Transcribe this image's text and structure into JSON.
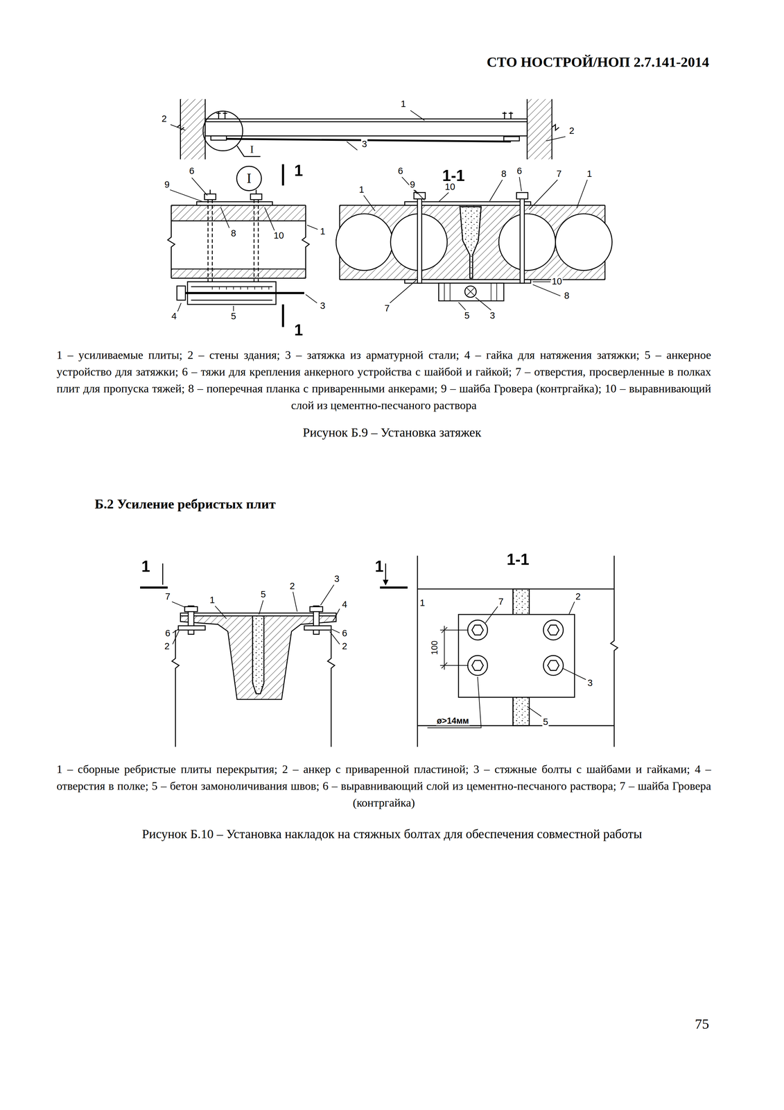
{
  "diagram": {
    "nodes": [
      {
        "text": [
          "I"
        ]
      }
    ],
    "labels": [
      "СТО НОСТРОЙ/НОП 2.7.141-2014",
      "2",
      "1",
      "2",
      "I",
      "3",
      "6",
      "9",
      "1",
      "8",
      "10",
      "1",
      "4",
      "5",
      "3",
      "1",
      "6",
      "9",
      "1-1",
      "10",
      "8",
      "6",
      "7",
      "1",
      "1",
      "7",
      "5",
      "3",
      "10",
      "8",
      "1 – усиливаемые плиты; 2 – стены здания; 3 – затяжка из арматурной стали; 4 – гайка для натяжения затяжки; 5 – анкерное устройство для затяжки; 6 – тяжи для крепления анкерного устройства с шайбой и гайкой; 7 – отверстия, просверленные в полках плит для пропуска тяжей; 8 – поперечная планка с приваренными анкерами; 9 – шайба Гровера (контргайка); 10 – выравнивающий слой из цементно-песчаного раствора",
      "Рисунок Б.9 – Установка затяжек",
      "Б.2 Усиление ребристых плит",
      "1",
      "1",
      "7",
      "1",
      "5",
      "2",
      "3",
      "4",
      "6",
      "2",
      "6",
      "2",
      "1-1",
      "1",
      "7",
      "2",
      "100",
      "3",
      "ø>14мм",
      "5",
      "1 – сборные ребристые плиты перекрытия; 2 – анкер с приваренной пластиной; 3 – стяжные болты с шайбами и гайками; 4 – отверстия в полке; 5 – бетон замоноличивания швов; 6 – выравнивающий слой из цементно-песчаного раствора; 7 – шайба Гровера (контргайка)",
      "Рисунок Б.10 – Установка накладок на стяжных болтах для обеспечения совместной работы",
      "75"
    ]
  }
}
